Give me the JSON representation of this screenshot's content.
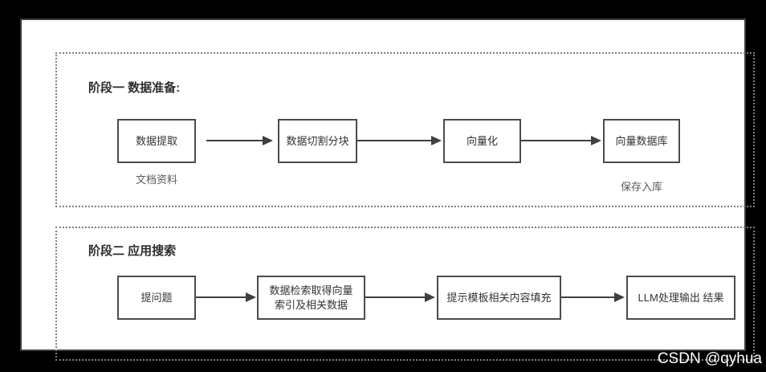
{
  "colors": {
    "background": "#000000",
    "panel_bg": "#ffffff",
    "panel_border": "#3e3e42",
    "group_dashed_border": "#7f7f7f",
    "node_border": "#4a4a52",
    "node_text": "#333333",
    "note_text": "#595959",
    "arrow": "#3f3f3f",
    "watermark_text": "#ffffff"
  },
  "phase1": {
    "title": "阶段一 数据准备:",
    "boxes": [
      {
        "label": "数据提取"
      },
      {
        "label": "数据切割分块"
      },
      {
        "label": "向量化"
      },
      {
        "label": "向量数据库"
      }
    ],
    "note_source": "文档资料",
    "note_store": "保存入库"
  },
  "phase2": {
    "title": "阶段二 应用搜索",
    "boxes": [
      {
        "label": "提问题"
      },
      {
        "label_line1": "数据检索取得向量",
        "label_line2": "索引及相关数据"
      },
      {
        "label": "提示模板相关内容填充"
      },
      {
        "label": "LLM处理输出 结果"
      }
    ]
  },
  "watermark": "CSDN @qyhua"
}
